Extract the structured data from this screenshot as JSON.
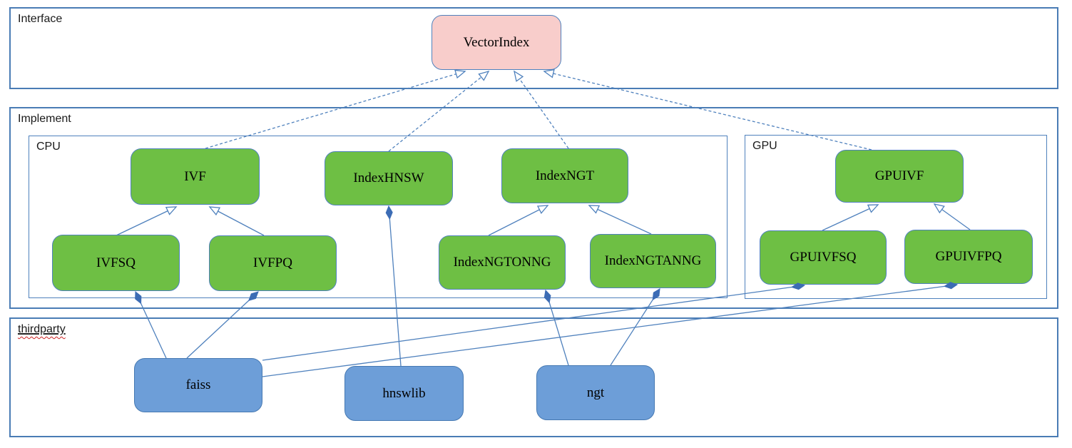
{
  "colors": {
    "lane_border": "#4a7cb5",
    "node_border": "#4f81bd",
    "interface_node_fill": "#f8cdcb",
    "implement_node_fill": "#6ebf44",
    "thirdparty_node_fill": "#6d9ed8",
    "connector": "#4f81bd",
    "composition_diamond_fill": "#3c6cb5",
    "spellcheck_underline": "#cc2222",
    "text": "#000000"
  },
  "containers": {
    "interface": {
      "label": "Interface"
    },
    "implement": {
      "label": "Implement"
    },
    "cpu": {
      "label": "CPU"
    },
    "gpu": {
      "label": "GPU"
    },
    "thirdparty": {
      "label": "thirdparty"
    }
  },
  "nodes": {
    "vectorindex": {
      "label": "VectorIndex"
    },
    "ivf": {
      "label": "IVF"
    },
    "indexhnsw": {
      "label": "IndexHNSW"
    },
    "indexngt": {
      "label": "IndexNGT"
    },
    "ivfsq": {
      "label": "IVFSQ"
    },
    "ivfpq": {
      "label": "IVFPQ"
    },
    "indexngtonng": {
      "label": "IndexNGTONNG"
    },
    "indexngtanng": {
      "label": "IndexNGTANNG"
    },
    "gpuivf": {
      "label": "GPUIVF"
    },
    "gpuivfsq": {
      "label": "GPUIVFSQ"
    },
    "gpuivfpq": {
      "label": "GPUIVFPQ"
    },
    "faiss": {
      "label": "faiss"
    },
    "hnswlib": {
      "label": "hnswlib"
    },
    "ngt": {
      "label": "ngt"
    }
  },
  "edges": [
    {
      "from": "IVF",
      "to": "VectorIndex",
      "type": "realization-dashed"
    },
    {
      "from": "IndexHNSW",
      "to": "VectorIndex",
      "type": "realization-dashed"
    },
    {
      "from": "IndexNGT",
      "to": "VectorIndex",
      "type": "realization-dashed"
    },
    {
      "from": "GPUIVF",
      "to": "VectorIndex",
      "type": "realization-dashed"
    },
    {
      "from": "IVFSQ",
      "to": "IVF",
      "type": "inheritance"
    },
    {
      "from": "IVFPQ",
      "to": "IVF",
      "type": "inheritance"
    },
    {
      "from": "IndexNGTONNG",
      "to": "IndexNGT",
      "type": "inheritance"
    },
    {
      "from": "IndexNGTANNG",
      "to": "IndexNGT",
      "type": "inheritance"
    },
    {
      "from": "GPUIVFSQ",
      "to": "GPUIVF",
      "type": "inheritance"
    },
    {
      "from": "GPUIVFPQ",
      "to": "GPUIVF",
      "type": "inheritance"
    },
    {
      "from": "faiss",
      "to": "IVFSQ",
      "type": "composition"
    },
    {
      "from": "faiss",
      "to": "IVFPQ",
      "type": "composition"
    },
    {
      "from": "hnswlib",
      "to": "IndexHNSW",
      "type": "composition"
    },
    {
      "from": "ngt",
      "to": "IndexNGTONNG",
      "type": "composition"
    },
    {
      "from": "ngt",
      "to": "IndexNGTANNG",
      "type": "composition"
    },
    {
      "from": "faiss",
      "to": "GPUIVFSQ",
      "type": "composition"
    },
    {
      "from": "faiss",
      "to": "GPUIVFPQ",
      "type": "composition"
    }
  ]
}
